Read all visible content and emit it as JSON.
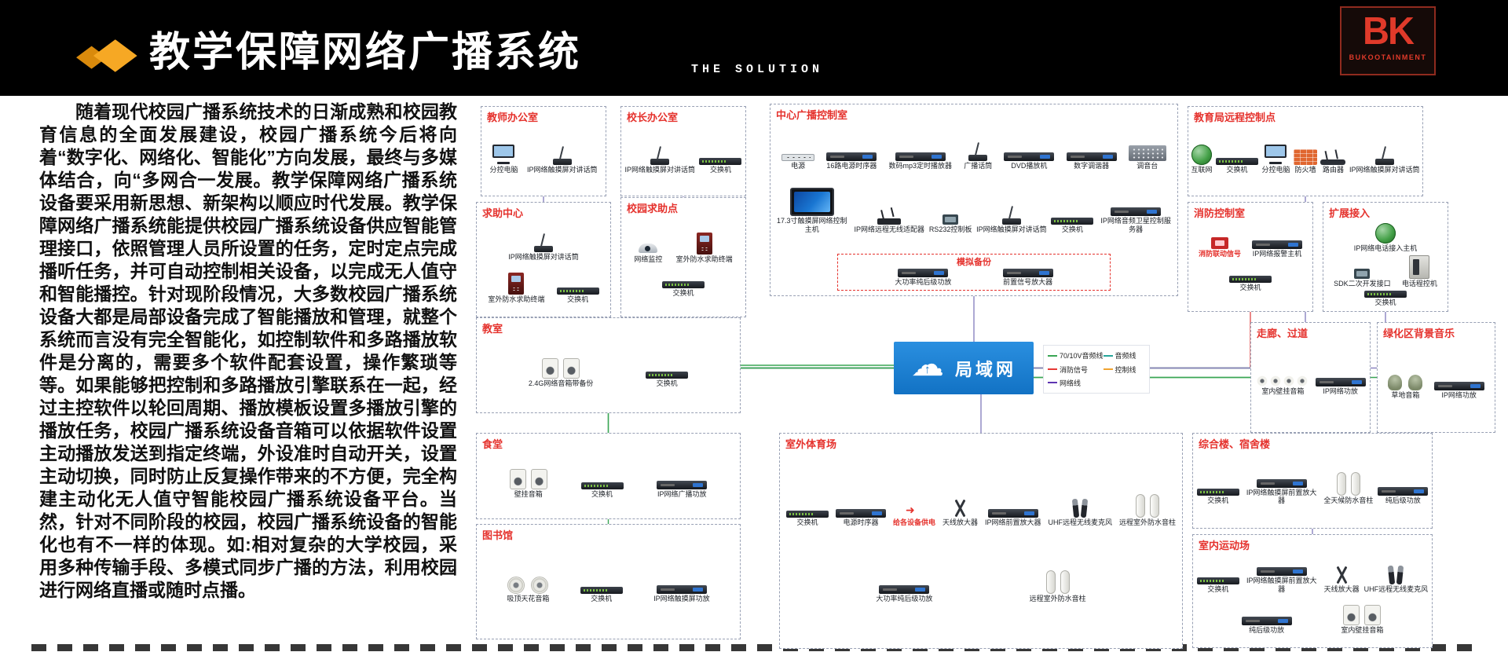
{
  "header": {
    "title": "教学保障网络广播系统",
    "subtitle": "THE SOLUTION",
    "logo_text": "BK",
    "logo_brand": "BUKOOTAINMENT"
  },
  "intro": {
    "text": "随着现代校园广播系统技术的日渐成熟和校园教育信息的全面发展建设，校园广播系统今后将向着“数字化、网络化、智能化”方向发展，最终与多媒体结合，向“多网合一发展。教学保障网络广播系统设备要采用新思想、新架构以顺应时代发展。教学保障网络广播系统能提供校园广播系统设备供应智能管理接口，依照管理人员所设置的任务，定时定点完成播听任务，并可自动控制相关设备，以完成无人值守和智能播控。针对现阶段情况，大多数校园广播系统设备大都是局部设备完成了智能播放和管理，就整个系统而言没有完全智能化，如控制软件和多路播放软件是分离的，需要多个软件配套设置，操作繁琐等等。如果能够把控制和多路播放引擎联系在一起，经过主控软件以轮回周期、播放模板设置多播放引擎的播放任务，校园广播系统设备音箱可以依据软件设置主动播放发送到指定终端，外设准时自动开关，设置主动切换，同时防止反复操作带来的不方便，完全构建主动化无人值守智能校园广播系统设备平台。当然，针对不同阶段的校园，校园广播系统设备的智能化也有不一样的体现。如:相对复杂的大学校园，采用多种传输手段、多模式同步广播的方法，利用校园进行网络直播或随时点播。"
  },
  "diagram": {
    "lan": {
      "label": "局域网"
    },
    "legend": [
      {
        "label": "70/10V音频线",
        "color": "#3aa655"
      },
      {
        "label": "音频线",
        "color": "#26a69a"
      },
      {
        "label": "消防信号",
        "color": "#e53935"
      },
      {
        "label": "控制线",
        "color": "#f0a330"
      },
      {
        "label": "网络线",
        "color": "#5e35b1"
      }
    ],
    "zones": [
      {
        "id": "teacher-office",
        "title": "教师办公室",
        "devices": [
          {
            "icon": "pc",
            "label": "分控电脑"
          },
          {
            "icon": "deskmic",
            "label": "IP网络触摸屏对讲话筒"
          }
        ]
      },
      {
        "id": "principal-office",
        "title": "校长办公室",
        "devices": [
          {
            "icon": "deskmic",
            "label": "IP网络触摸屏对讲话筒"
          },
          {
            "icon": "switch",
            "label": "交换机"
          }
        ]
      },
      {
        "id": "central-control",
        "title": "中心广播控制室",
        "devices": [
          {
            "icon": "powerstrip",
            "label": "电源"
          },
          {
            "icon": "rack",
            "label": "16路电源时序器"
          },
          {
            "icon": "rack",
            "label": "数码mp3定时播放器"
          },
          {
            "icon": "deskmic",
            "label": "广播话筒"
          },
          {
            "icon": "rack",
            "label": "DVD播放机"
          },
          {
            "icon": "rack",
            "label": "数字调谐器"
          },
          {
            "icon": "mixer",
            "label": "调音台"
          },
          {
            "icon": "bigscreen",
            "label": "17.3寸触摸屏网络控制主机"
          },
          {
            "icon": "wifi",
            "label": "IP网络远程无线适配器"
          },
          {
            "icon": "chip",
            "label": "RS232控制板"
          },
          {
            "icon": "deskmic",
            "label": "IP网络触摸屏对讲话筒"
          },
          {
            "icon": "switch",
            "label": "交换机"
          },
          {
            "icon": "rack",
            "label": "IP网络音频卫星控制服务器"
          }
        ],
        "subbox": {
          "title": "模拟备份",
          "devices": [
            {
              "icon": "rack",
              "label": "大功率纯后级功放"
            },
            {
              "icon": "rack",
              "label": "前置信号放大器"
            }
          ]
        }
      },
      {
        "id": "edu-bureau",
        "title": "教育局远程控制点",
        "devices": [
          {
            "icon": "globe",
            "label": "互联网"
          },
          {
            "icon": "switch",
            "label": "交换机"
          },
          {
            "icon": "pc",
            "label": "分控电脑"
          },
          {
            "icon": "firewall",
            "label": "防火墙"
          },
          {
            "icon": "router",
            "label": "路由器"
          },
          {
            "icon": "deskmic",
            "label": "IP网络触摸屏对讲话筒"
          }
        ]
      },
      {
        "id": "help-center",
        "title": "求助中心",
        "devices": [
          {
            "icon": "deskmic",
            "label": "IP网络触摸屏对讲话筒"
          },
          {
            "icon": "panel",
            "label": "室外防水求助终端"
          },
          {
            "icon": "switch",
            "label": "交换机"
          }
        ]
      },
      {
        "id": "campus-help",
        "title": "校园求助点",
        "devices": [
          {
            "icon": "camera",
            "label": "网络监控"
          },
          {
            "icon": "panel",
            "label": "室外防水求助终端"
          },
          {
            "icon": "switch",
            "label": "交换机"
          }
        ]
      },
      {
        "id": "fire-control",
        "title": "消防控制室",
        "devices": [
          {
            "icon": "alarm",
            "label": "消防联动信号",
            "red": true
          },
          {
            "icon": "rack",
            "label": "IP网络报警主机"
          },
          {
            "icon": "switch",
            "label": "交换机"
          }
        ]
      },
      {
        "id": "expansion",
        "title": "扩展接入",
        "devices": [
          {
            "icon": "globe",
            "label": "IP网络电话接入主机"
          },
          {
            "icon": "chip",
            "label": "SDK二次开发接口"
          },
          {
            "icon": "pbx",
            "label": "电话程控机"
          },
          {
            "icon": "switch",
            "label": "交换机"
          }
        ]
      },
      {
        "id": "classroom",
        "title": "教室",
        "devices": [
          {
            "icon": "speakers2",
            "label": "2.4G网络音箱带备份"
          },
          {
            "icon": "switch",
            "label": "交换机"
          }
        ]
      },
      {
        "id": "corridor",
        "title": "走廊、过道",
        "devices": [
          {
            "icon": "speakersrow",
            "label": "室内壁挂音箱"
          },
          {
            "icon": "rack",
            "label": "IP网络功放"
          }
        ]
      },
      {
        "id": "green-area",
        "title": "绿化区背景音乐",
        "devices": [
          {
            "icon": "grass",
            "label": "草地音箱"
          },
          {
            "icon": "rack",
            "label": "IP网络功放"
          }
        ]
      },
      {
        "id": "canteen",
        "title": "食堂",
        "devices": [
          {
            "icon": "speakers2",
            "label": "壁挂音箱"
          },
          {
            "icon": "switch",
            "label": "交换机"
          },
          {
            "icon": "rack",
            "label": "IP网络广播功放"
          }
        ]
      },
      {
        "id": "stadium",
        "title": "室外体育场",
        "devices": [
          {
            "icon": "switch",
            "label": "交换机"
          },
          {
            "icon": "rack",
            "label": "电源时序器"
          },
          {
            "icon": "arrow",
            "label": "给各设备供电",
            "red": true
          },
          {
            "icon": "antenna",
            "label": "天线放大器"
          },
          {
            "icon": "rack",
            "label": "IP网络前置放大器"
          },
          {
            "icon": "uhf",
            "label": "UHF远程无线麦克风"
          },
          {
            "icon": "columns2",
            "label": "远程室外防水音柱"
          },
          {
            "icon": "rack",
            "label": "大功率纯后级功放"
          },
          {
            "icon": "columns2",
            "label": "远程室外防水音柱"
          }
        ]
      },
      {
        "id": "complex-dorm",
        "title": "综合楼、宿舍楼",
        "devices": [
          {
            "icon": "switch",
            "label": "交换机"
          },
          {
            "icon": "rack",
            "label": "IP网络触摸屏前置放大器"
          },
          {
            "icon": "columns2",
            "label": "全天候防水音柱"
          },
          {
            "icon": "rack",
            "label": "纯后级功放"
          }
        ]
      },
      {
        "id": "indoor-sports",
        "title": "室内运动场",
        "devices": [
          {
            "icon": "switch",
            "label": "交换机"
          },
          {
            "icon": "rack",
            "label": "IP网络触摸屏前置放大器"
          },
          {
            "icon": "antenna",
            "label": "天线放大器"
          },
          {
            "icon": "uhf",
            "label": "UHF远程无线麦克风"
          },
          {
            "icon": "rack",
            "label": "纯后级功放"
          },
          {
            "icon": "speakers2",
            "label": "室内壁挂音箱"
          }
        ]
      },
      {
        "id": "library",
        "title": "图书馆",
        "devices": [
          {
            "icon": "ceiling2",
            "label": "吸顶天花音箱"
          },
          {
            "icon": "switch",
            "label": "交换机"
          },
          {
            "icon": "rack",
            "label": "IP网络触摸屏功放"
          }
        ]
      }
    ]
  },
  "colors": {
    "accent": "#e5322d",
    "lan_blue": "#1272c4",
    "logo_orange": "#f6a824"
  }
}
